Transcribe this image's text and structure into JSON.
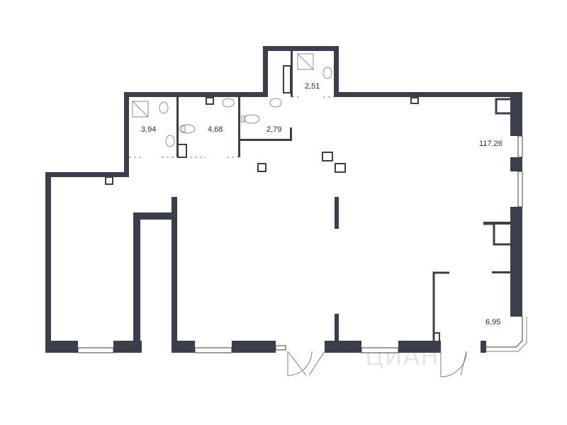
{
  "rooms": [
    {
      "id": "bath-1",
      "area": "3,94"
    },
    {
      "id": "bath-2",
      "area": "4,68"
    },
    {
      "id": "bath-3",
      "area": "2,79"
    },
    {
      "id": "bath-4",
      "area": "2,51"
    },
    {
      "id": "main-hall",
      "area": "117,26"
    },
    {
      "id": "corner-room",
      "area": "6,95"
    }
  ],
  "watermark": "ЦИАН",
  "colors": {
    "wall": "#3b3f4b",
    "background": "#ffffff",
    "fixture": "#8a8e98"
  }
}
